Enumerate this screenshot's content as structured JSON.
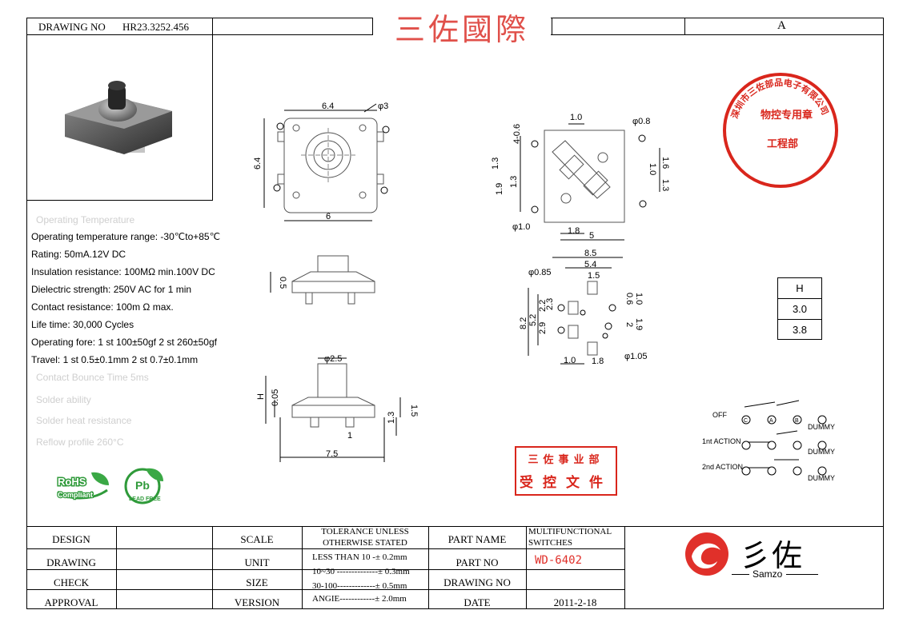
{
  "header": {
    "drawing_no_label": "DRAWING NO",
    "drawing_no_value": "HR23.3252.456",
    "company_banner": "三佐國際",
    "revision": "A"
  },
  "specs": [
    "Operating temperature range: -30℃to+85℃",
    "Rating: 50mA.12V DC",
    "Insulation resistance: 100MΩ min.100V DC",
    "Dielectric strength: 250V AC for 1 min",
    "Contact resistance: 100m Ω max.",
    "Life time: 30,000 Cycles",
    "Operating fore: 1 st 100±50gf 2 st 260±50gf",
    "Travel: 1 st 0.5±0.1mm 2 st 0.7±0.1mm"
  ],
  "seal": {
    "ring_text": "深圳市三佐部品电子有限公司",
    "line1": "物控专用章",
    "line2": "工程部"
  },
  "stamp": {
    "line1": "三佐事业部",
    "line2": "受控文件"
  },
  "badges": {
    "rohs_line1": "RoHS",
    "rohs_line2": "Compliant",
    "pb": "Pb",
    "lead_free": "LEAD FREE"
  },
  "height_table": {
    "header": "H",
    "rows": [
      "3.0",
      "3.8"
    ]
  },
  "circuit": {
    "states": [
      "OFF",
      "1nt ACTION",
      "2nd ACTION"
    ],
    "terminals": [
      "C",
      "A",
      "B"
    ],
    "dummy": "DUMMY"
  },
  "dims": {
    "top_width": "6.4",
    "top_hole": "φ3",
    "top_height": "6.4",
    "top_bottom": "6",
    "side_h": "0.5",
    "front_dia": "φ2.5",
    "front_h": "H",
    "front_005": "0.05",
    "front_15": "1.5",
    "front_13": "1.3",
    "front_1": "1",
    "front_75": "7.5",
    "back_10": "1.0",
    "back_hole": "φ0.8",
    "back_0406": "4-0.6",
    "back_13a": "1.3",
    "back_19": "1.9",
    "back_13b": "1.3",
    "back_10r": "1.0",
    "back_16": "1.6",
    "back_13r": "1.3",
    "back_pin": "φ1.0",
    "back_18": "1.8",
    "back_5": "5",
    "pcb_85": "8.5",
    "pcb_54": "5.4",
    "pcb_085": "φ0.85",
    "pcb_15": "1.5",
    "pcb_82": "8.2",
    "pcb_52": "5.2",
    "pcb_22": "2.2",
    "pcb_23": "2.3",
    "pcb_29": "2.9",
    "pcb_06": "0.6",
    "pcb_10": "1.0",
    "pcb_19": "1.9",
    "pcb_2": "2",
    "pcb_105": "φ1.05",
    "pcb_10b": "1.0",
    "pcb_18": "1.8"
  },
  "title_block": {
    "design": "DESIGN",
    "drawing": "DRAWING",
    "check": "CHECK",
    "approval": "APPROVAL",
    "scale": "SCALE",
    "unit": "UNIT",
    "size": "SIZE",
    "version": "VERSION",
    "tol_title1": "TOLERANCE UNLESS",
    "tol_title2": "OTHERWISE STATED",
    "tol1": "LESS THAN 10 -± 0.2mm",
    "tol2": "10~30 --------------± 0.3mm",
    "tol3": "30-100-------------± 0.5mm",
    "tol4": "ANGIE------------± 2.0mm",
    "part_name_label": "PART NAME",
    "part_name_1": "MULTIFUNCTIONAL",
    "part_name_2": "SWITCHES",
    "part_no_label": "PART NO",
    "part_no": "WD-6402",
    "drawing_no_label": "DRAWING NO",
    "date_label": "DATE",
    "date": "2011-2-18"
  },
  "logo": {
    "chinese": "彡佐",
    "english": "Samzo"
  },
  "colors": {
    "red": "#e0302a",
    "seal_red": "#d9261c",
    "rohs_green": "#2f9a3a"
  }
}
